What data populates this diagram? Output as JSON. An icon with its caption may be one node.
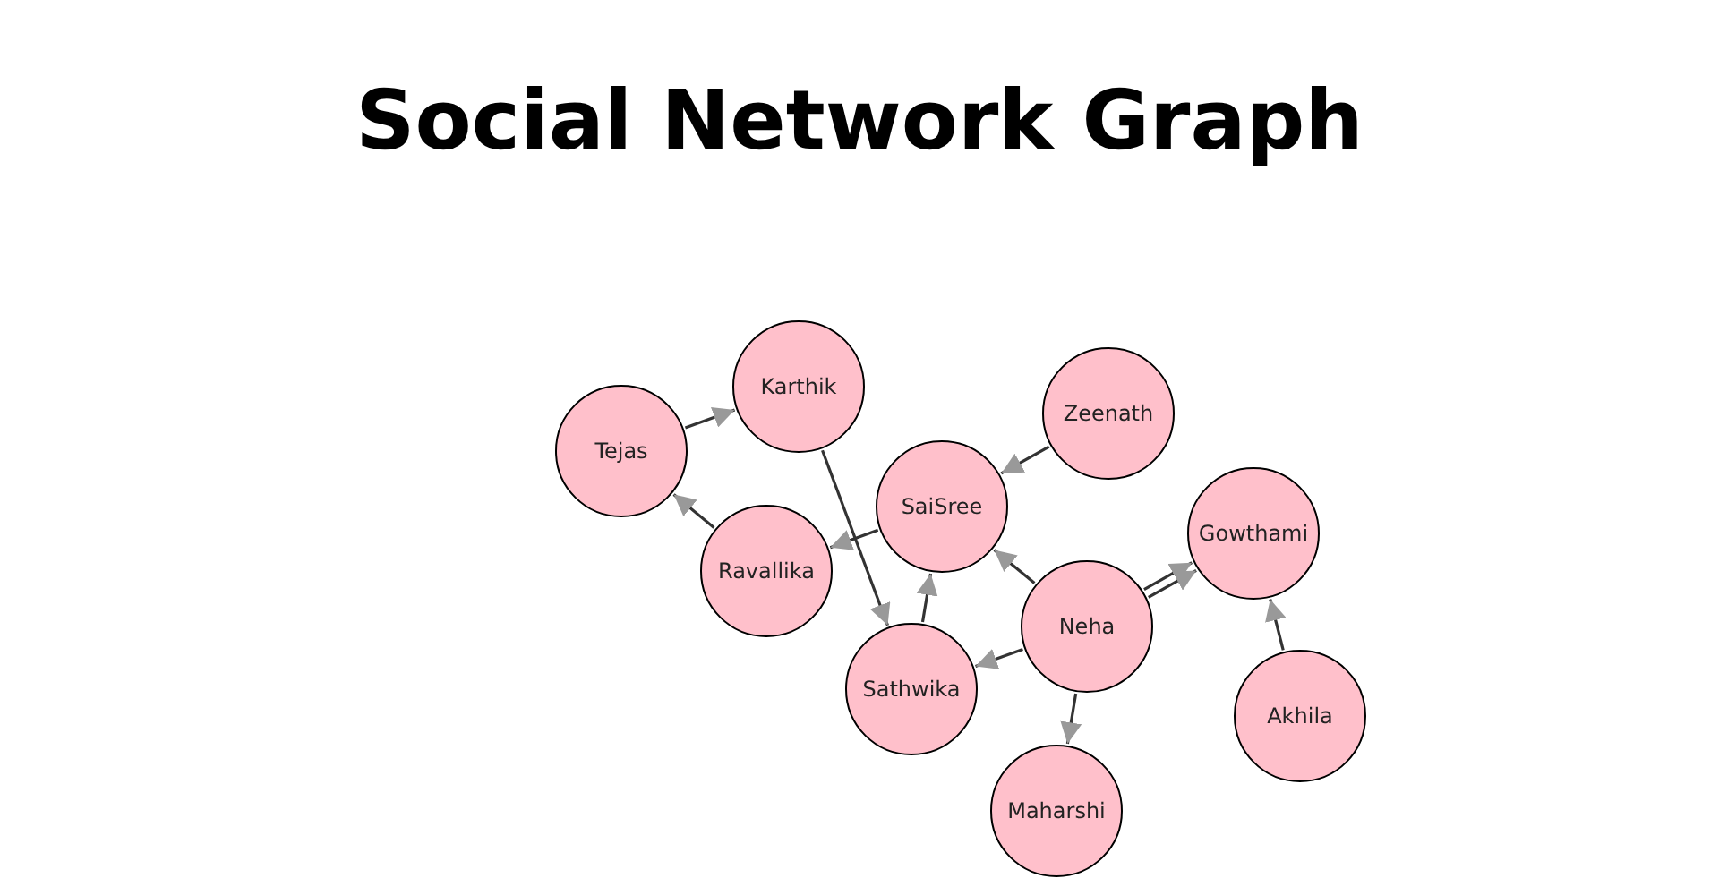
{
  "diagram": {
    "title": "Social Network Graph",
    "nodes": [
      {
        "text": [
          "Karthik"
        ]
      },
      {
        "text": [
          "Tejas"
        ]
      },
      {
        "text": [
          "Zeenath"
        ]
      },
      {
        "text": [
          "SaiSree"
        ]
      },
      {
        "text": [
          "Gowthami"
        ]
      },
      {
        "text": [
          "Ravallika"
        ]
      },
      {
        "text": [
          "Neha"
        ]
      },
      {
        "text": [
          "Sathwika"
        ]
      },
      {
        "text": [
          "Akhila"
        ]
      },
      {
        "text": [
          "Maharshi"
        ]
      }
    ],
    "edges": [
      {
        "from": 1,
        "to": 0,
        "arrow": "to"
      },
      {
        "from": 5,
        "to": 1,
        "arrow": "to"
      },
      {
        "from": 3,
        "to": 5,
        "arrow": "to"
      },
      {
        "from": 0,
        "to": 7,
        "arrow": "to"
      },
      {
        "from": 2,
        "to": 3,
        "arrow": "to"
      },
      {
        "from": 7,
        "to": 3,
        "arrow": "to"
      },
      {
        "from": 6,
        "to": 3,
        "arrow": "to"
      },
      {
        "from": 6,
        "to": 7,
        "arrow": "to"
      },
      {
        "from": 6,
        "to": 4,
        "arrow": "to"
      },
      {
        "from": 6,
        "to": 4,
        "arrow": "to"
      },
      {
        "from": 8,
        "to": 4,
        "arrow": "to"
      },
      {
        "from": 6,
        "to": 9,
        "arrow": "to"
      }
    ]
  }
}
